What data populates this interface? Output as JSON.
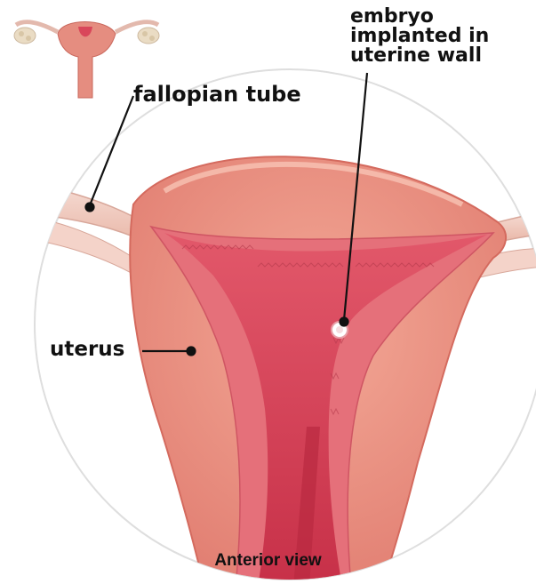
{
  "labels": {
    "embryo": [
      "embryo",
      "implanted in",
      "uterine wall"
    ],
    "fallopian_tube": "fallopian tube",
    "uterus": "uterus",
    "caption": "Anterior view"
  },
  "colors": {
    "uterus_outer": "#f0a090",
    "uterus_wall": "#e9867a",
    "cavity": "#d9475a",
    "cavity_deep": "#c8344a",
    "tube": "#f1c9bd",
    "circle_border": "#d9d9d9",
    "leader": "#111111"
  }
}
